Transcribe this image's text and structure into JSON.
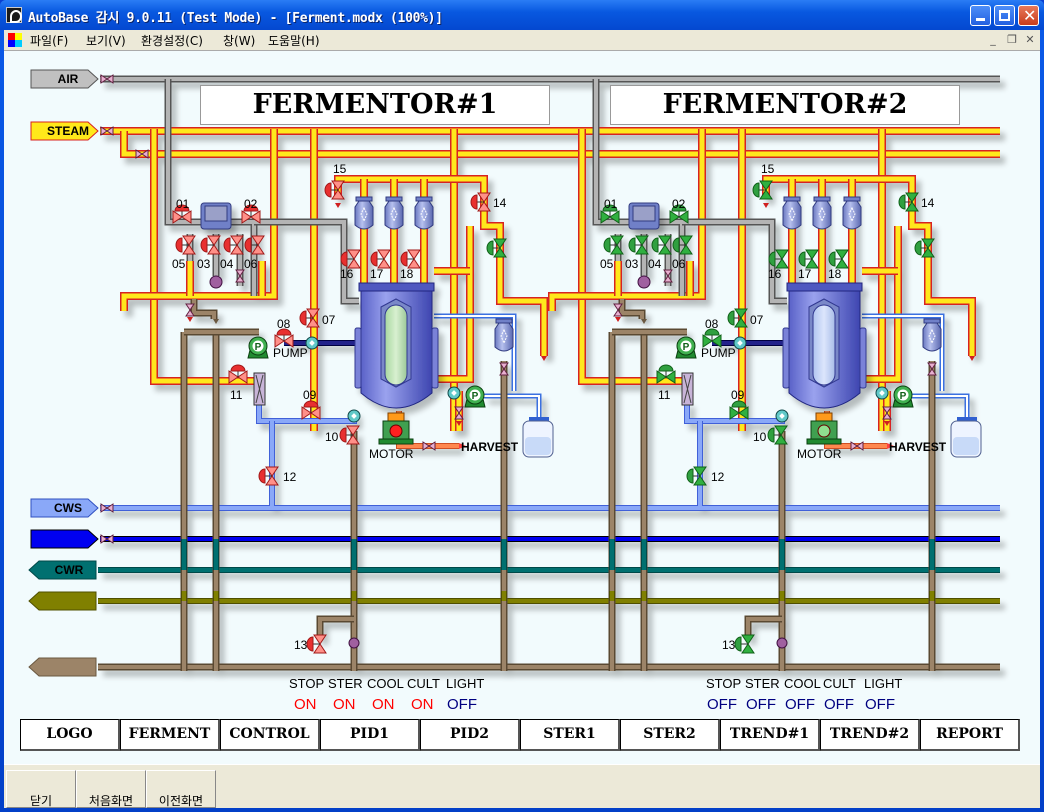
{
  "window": {
    "title": "AutoBase 감시 9.0.11 (Test Mode) - [Ferment.modx (100%)]",
    "controls": [
      "minimize",
      "maximize",
      "close"
    ]
  },
  "menubar": {
    "items": [
      {
        "label": "파일(F)"
      },
      {
        "label": "보기(V)"
      },
      {
        "label": "환경설정(C)"
      },
      {
        "label": "창(W)"
      },
      {
        "label": "도움말(H)"
      }
    ],
    "mdi_controls": [
      "minimize",
      "restore",
      "close"
    ]
  },
  "headers": {
    "air": "AIR",
    "steam": "STEAM",
    "cws": "CWS",
    "cwr": "CWR"
  },
  "colors": {
    "air": "#a8a8a8",
    "steam_fill": "#ffe81a",
    "steam_edge": "#d82020",
    "cws": "#8aa8f8",
    "blue_line": "#0000ff",
    "cwr": "#007070",
    "olive": "#808000",
    "drain": "#9c8468",
    "valve_open": "#2a9a3a",
    "valve_closed": "#e03030",
    "on": "#ff0000",
    "off": "#000080"
  },
  "fermentors": [
    {
      "title": "FERMENTOR#1",
      "valve_state": "closed",
      "valves": {
        "01": "closed",
        "02": "closed",
        "03": "closed",
        "04": "closed",
        "05": "closed",
        "06": "closed",
        "07": "closed",
        "08": "closed",
        "09": "closed",
        "10": "closed",
        "11": "closed",
        "12": "closed",
        "13": "closed",
        "14": "closed",
        "15": "closed",
        "16": "closed",
        "17": "closed",
        "18": "closed"
      },
      "labels": {
        "pump": "PUMP",
        "motor": "MOTOR",
        "harvest": "HARVEST"
      },
      "motor_running": true,
      "status": [
        {
          "label": "STOP",
          "value": "ON"
        },
        {
          "label": "STER",
          "value": "ON"
        },
        {
          "label": "COOL",
          "value": "ON"
        },
        {
          "label": "CULT",
          "value": "ON"
        },
        {
          "label": "LIGHT",
          "value": "OFF"
        }
      ]
    },
    {
      "title": "FERMENTOR#2",
      "valve_state": "open",
      "valves": {
        "01": "open",
        "02": "open",
        "03": "open",
        "04": "open",
        "05": "open",
        "06": "open",
        "07": "open",
        "08": "open",
        "09": "open",
        "10": "open",
        "11": "open",
        "12": "open",
        "13": "open",
        "14": "open",
        "15": "open",
        "16": "open",
        "17": "open",
        "18": "open"
      },
      "labels": {
        "pump": "PUMP",
        "motor": "MOTOR",
        "harvest": "HARVEST"
      },
      "motor_running": false,
      "status": [
        {
          "label": "STOP",
          "value": "OFF"
        },
        {
          "label": "STER",
          "value": "OFF"
        },
        {
          "label": "COOL",
          "value": "OFF"
        },
        {
          "label": "CULT",
          "value": "OFF"
        },
        {
          "label": "LIGHT",
          "value": "OFF"
        }
      ]
    }
  ],
  "valve_numbers": {
    "v01": "01",
    "v02": "02",
    "v03": "03",
    "v04": "04",
    "v05": "05",
    "v06": "06",
    "v07": "07",
    "v08": "08",
    "v09": "09",
    "v10": "10",
    "v11": "11",
    "v12": "12",
    "v13": "13",
    "v14": "14",
    "v15": "15",
    "v16": "16",
    "v17": "17",
    "v18": "18"
  },
  "nav_buttons": [
    {
      "label": "LOGO"
    },
    {
      "label": "FERMENT"
    },
    {
      "label": "CONTROL"
    },
    {
      "label": "PID1"
    },
    {
      "label": "PID2"
    },
    {
      "label": "STER1"
    },
    {
      "label": "STER2"
    },
    {
      "label": "TREND#1"
    },
    {
      "label": "TREND#2"
    },
    {
      "label": "REPORT"
    }
  ],
  "bottom_buttons": [
    {
      "label": "닫기"
    },
    {
      "label": "처음화면"
    },
    {
      "label": "이전화면"
    }
  ]
}
